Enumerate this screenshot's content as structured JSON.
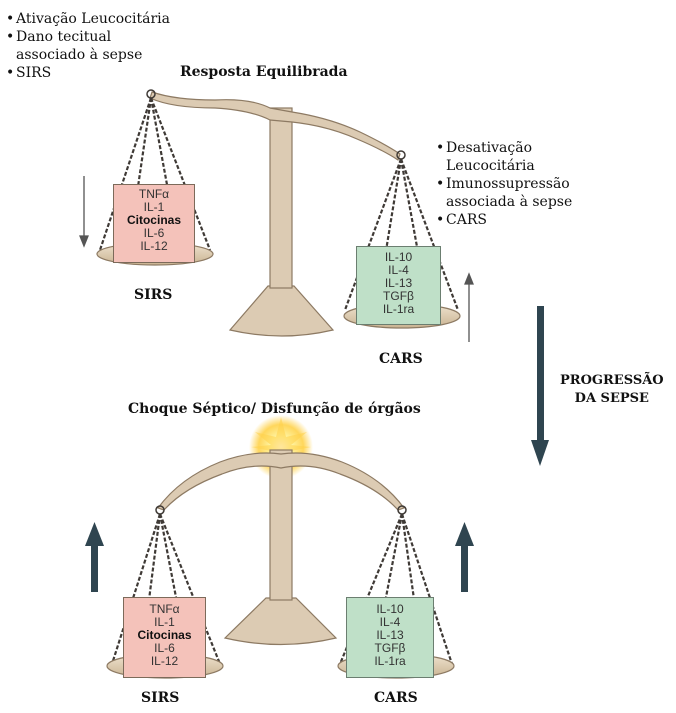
{
  "top": {
    "title": "Resposta Equilibrada",
    "left_notes": [
      "Ativação Leucocitária",
      "Dano tecitual",
      "associado à sepse",
      "SIRS"
    ],
    "right_notes": [
      "Desativação",
      "Leucocitária",
      "Imunossupressão",
      "associada à sepse",
      "CARS"
    ],
    "left_pan_label": "SIRS",
    "right_pan_label": "CARS",
    "left_box": [
      "TNFα",
      "IL-1",
      "Citocinas",
      "IL-6",
      "IL-12"
    ],
    "right_box": [
      "IL-10",
      "IL-4",
      "IL-13",
      "TGFβ",
      "IL-1ra"
    ]
  },
  "middle": {
    "progression": [
      "PROGRESSÃO",
      "DA SEPSE"
    ]
  },
  "bottom": {
    "title": "Choque Séptico/ Disfunção de órgãos",
    "left_pan_label": "SIRS",
    "right_pan_label": "CARS",
    "left_box": [
      "TNFα",
      "IL-1",
      "Citocinas",
      "IL-6",
      "IL-12"
    ],
    "right_box": [
      "IL-10",
      "IL-4",
      "IL-13",
      "TGFβ",
      "IL-1ra"
    ]
  },
  "colors": {
    "scale": "#dccbb3",
    "scale_edge": "#8d7a63",
    "chain": "#3f3a36",
    "cytokine_box_red": "#f4c2ba",
    "cytokine_box_green": "#bfe0c8",
    "big_arrow": "#2f4550",
    "burst": "#ffd24a"
  }
}
